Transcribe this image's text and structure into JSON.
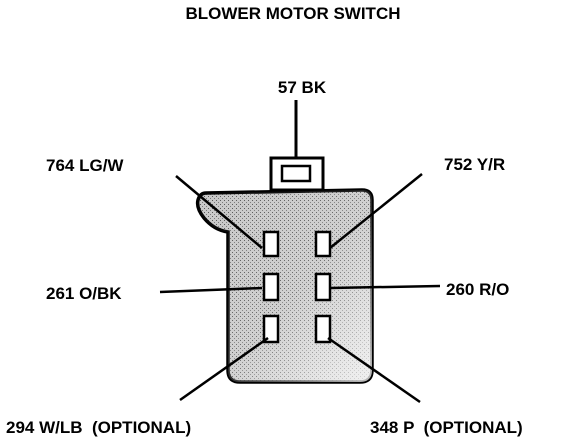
{
  "title": "BLOWER MOTOR SWITCH",
  "wires": {
    "top": "57 BK",
    "upper_left": "764 LG/W",
    "upper_right": "752 Y/R",
    "middle_left": "261 O/BK",
    "middle_right": "260 R/O",
    "lower_left": "294 W/LB  (OPTIONAL)",
    "lower_right": "348 P  (OPTIONAL)"
  },
  "colors": {
    "ink": "#000000",
    "body_shade": "#bdbdbd",
    "background": "#ffffff"
  }
}
